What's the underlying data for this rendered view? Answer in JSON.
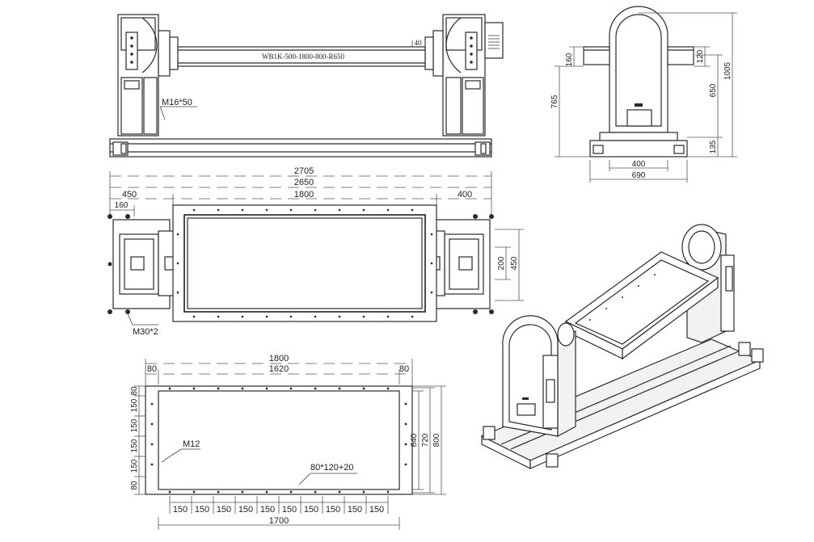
{
  "front_view": {
    "model_label": "WB1K-500-1800-800-R650",
    "small_dim": "40",
    "bolt_callout": "M16*50"
  },
  "side_view": {
    "dims": {
      "d160": "160",
      "d120": "120",
      "d765": "765",
      "d650": "650",
      "d1005": "1005",
      "d135": "135",
      "d400": "400",
      "d690": "690"
    }
  },
  "top_view": {
    "dims": {
      "overall": "2705",
      "mid": "2650",
      "table": "1800",
      "left": "450",
      "right": "400",
      "small_left": "160",
      "h200": "200",
      "h450": "450"
    },
    "bolt_callout": "M30*2"
  },
  "table_plate": {
    "dims": {
      "width": "1800",
      "inner": "1620",
      "edge_left": "80",
      "edge_right": "80",
      "h640": "640",
      "h720": "720",
      "h800": "800",
      "bottom": "1700"
    },
    "left_spacing": [
      "80",
      "150",
      "150",
      "150",
      "150",
      "80"
    ],
    "bottom_spacing": [
      "150",
      "150",
      "150",
      "150",
      "150",
      "150",
      "150",
      "150",
      "150",
      "150"
    ],
    "hole_callout": "M12",
    "slot_callout": "80*120+20"
  }
}
